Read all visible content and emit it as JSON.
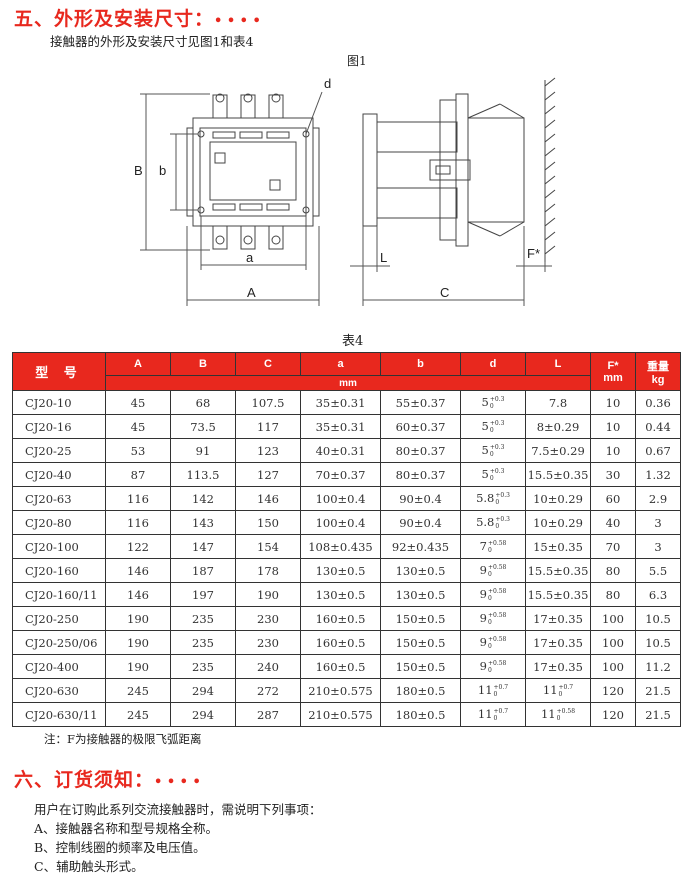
{
  "section5": {
    "title": "五、外形及安装尺寸：",
    "dots": "• • • •"
  },
  "intro": "接触器的外形及安装尺寸见图1和表4",
  "figure_caption": "图1",
  "figure_labels": {
    "A": "A",
    "B": "B",
    "a": "a",
    "b": "b",
    "d": "d",
    "L": "L",
    "C": "C",
    "F": "F*"
  },
  "table_caption": "表4",
  "table": {
    "headers": {
      "model": "型 号",
      "A": "A",
      "B": "B",
      "C": "C",
      "a": "a",
      "b": "b",
      "d": "d",
      "L": "L",
      "F": "F*",
      "F_unit": "mm",
      "weight": "重量",
      "weight_unit": "kg",
      "unit": "mm"
    },
    "rows": [
      {
        "model": "CJ20-10",
        "A": "45",
        "B": "68",
        "C": "107.5",
        "a": "35±0.31",
        "b": "55±0.37",
        "d": "5",
        "d_up": "+0.3",
        "d_lo": "0",
        "L": "7.8",
        "L_up": "",
        "L_lo": "",
        "F": "10",
        "W": "0.36"
      },
      {
        "model": "CJ20-16",
        "A": "45",
        "B": "73.5",
        "C": "117",
        "a": "35±0.31",
        "b": "60±0.37",
        "d": "5",
        "d_up": "+0.3",
        "d_lo": "0",
        "L": "8±0.29",
        "L_up": "",
        "L_lo": "",
        "F": "10",
        "W": "0.44"
      },
      {
        "model": "CJ20-25",
        "A": "53",
        "B": "91",
        "C": "123",
        "a": "40±0.31",
        "b": "80±0.37",
        "d": "5",
        "d_up": "+0.3",
        "d_lo": "0",
        "L": "7.5±0.29",
        "L_up": "",
        "L_lo": "",
        "F": "10",
        "W": "0.67"
      },
      {
        "model": "CJ20-40",
        "A": "87",
        "B": "113.5",
        "C": "127",
        "a": "70±0.37",
        "b": "80±0.37",
        "d": "5",
        "d_up": "+0.3",
        "d_lo": "0",
        "L": "15.5±0.35",
        "L_up": "",
        "L_lo": "",
        "F": "30",
        "W": "1.32"
      },
      {
        "model": "CJ20-63",
        "A": "116",
        "B": "142",
        "C": "146",
        "a": "100±0.4",
        "b": "90±0.4",
        "d": "5.8",
        "d_up": "+0.3",
        "d_lo": "0",
        "L": "10±0.29",
        "L_up": "",
        "L_lo": "",
        "F": "60",
        "W": "2.9"
      },
      {
        "model": "CJ20-80",
        "A": "116",
        "B": "143",
        "C": "150",
        "a": "100±0.4",
        "b": "90±0.4",
        "d": "5.8",
        "d_up": "+0.3",
        "d_lo": "0",
        "L": "10±0.29",
        "L_up": "",
        "L_lo": "",
        "F": "40",
        "W": "3"
      },
      {
        "model": "CJ20-100",
        "A": "122",
        "B": "147",
        "C": "154",
        "a": "108±0.435",
        "b": "92±0.435",
        "d": "7",
        "d_up": "+0.58",
        "d_lo": "0",
        "L": "15±0.35",
        "L_up": "",
        "L_lo": "",
        "F": "70",
        "W": "3"
      },
      {
        "model": "CJ20-160",
        "A": "146",
        "B": "187",
        "C": "178",
        "a": "130±0.5",
        "b": "130±0.5",
        "d": "9",
        "d_up": "+0.58",
        "d_lo": "0",
        "L": "15.5±0.35",
        "L_up": "",
        "L_lo": "",
        "F": "80",
        "W": "5.5"
      },
      {
        "model": "CJ20-160/11",
        "A": "146",
        "B": "197",
        "C": "190",
        "a": "130±0.5",
        "b": "130±0.5",
        "d": "9",
        "d_up": "+0.58",
        "d_lo": "0",
        "L": "15.5±0.35",
        "L_up": "",
        "L_lo": "",
        "F": "80",
        "W": "6.3"
      },
      {
        "model": "CJ20-250",
        "A": "190",
        "B": "235",
        "C": "230",
        "a": "160±0.5",
        "b": "150±0.5",
        "d": "9",
        "d_up": "+0.58",
        "d_lo": "0",
        "L": "17±0.35",
        "L_up": "",
        "L_lo": "",
        "F": "100",
        "W": "10.5"
      },
      {
        "model": "CJ20-250/06",
        "A": "190",
        "B": "235",
        "C": "230",
        "a": "160±0.5",
        "b": "150±0.5",
        "d": "9",
        "d_up": "+0.58",
        "d_lo": "0",
        "L": "17±0.35",
        "L_up": "",
        "L_lo": "",
        "F": "100",
        "W": "10.5"
      },
      {
        "model": "CJ20-400",
        "A": "190",
        "B": "235",
        "C": "240",
        "a": "160±0.5",
        "b": "150±0.5",
        "d": "9",
        "d_up": "+0.58",
        "d_lo": "0",
        "L": "17±0.35",
        "L_up": "",
        "L_lo": "",
        "F": "100",
        "W": "11.2"
      },
      {
        "model": "CJ20-630",
        "A": "245",
        "B": "294",
        "C": "272",
        "a": "210±0.575",
        "b": "180±0.5",
        "d": "11",
        "d_up": "+0.7",
        "d_lo": "0",
        "L": "11",
        "L_up": "+0.7",
        "L_lo": "0",
        "F": "120",
        "W": "21.5"
      },
      {
        "model": "CJ20-630/11",
        "A": "245",
        "B": "294",
        "C": "287",
        "a": "210±0.575",
        "b": "180±0.5",
        "d": "11",
        "d_up": "+0.7",
        "d_lo": "0",
        "L": "11",
        "L_up": "+0.58",
        "L_lo": "0",
        "F": "120",
        "W": "21.5"
      }
    ]
  },
  "note": "注：F为接触器的极限飞弧距离",
  "section6": {
    "title": "六、订货须知：",
    "dots": "• • • •"
  },
  "order": {
    "intro": "用户在订购此系列交流接触器时，需说明下列事项：",
    "items": [
      "A、接触器名称和型号规格全称。",
      "B、控制线圈的频率及电压值。",
      "C、辅助触头形式。"
    ]
  }
}
